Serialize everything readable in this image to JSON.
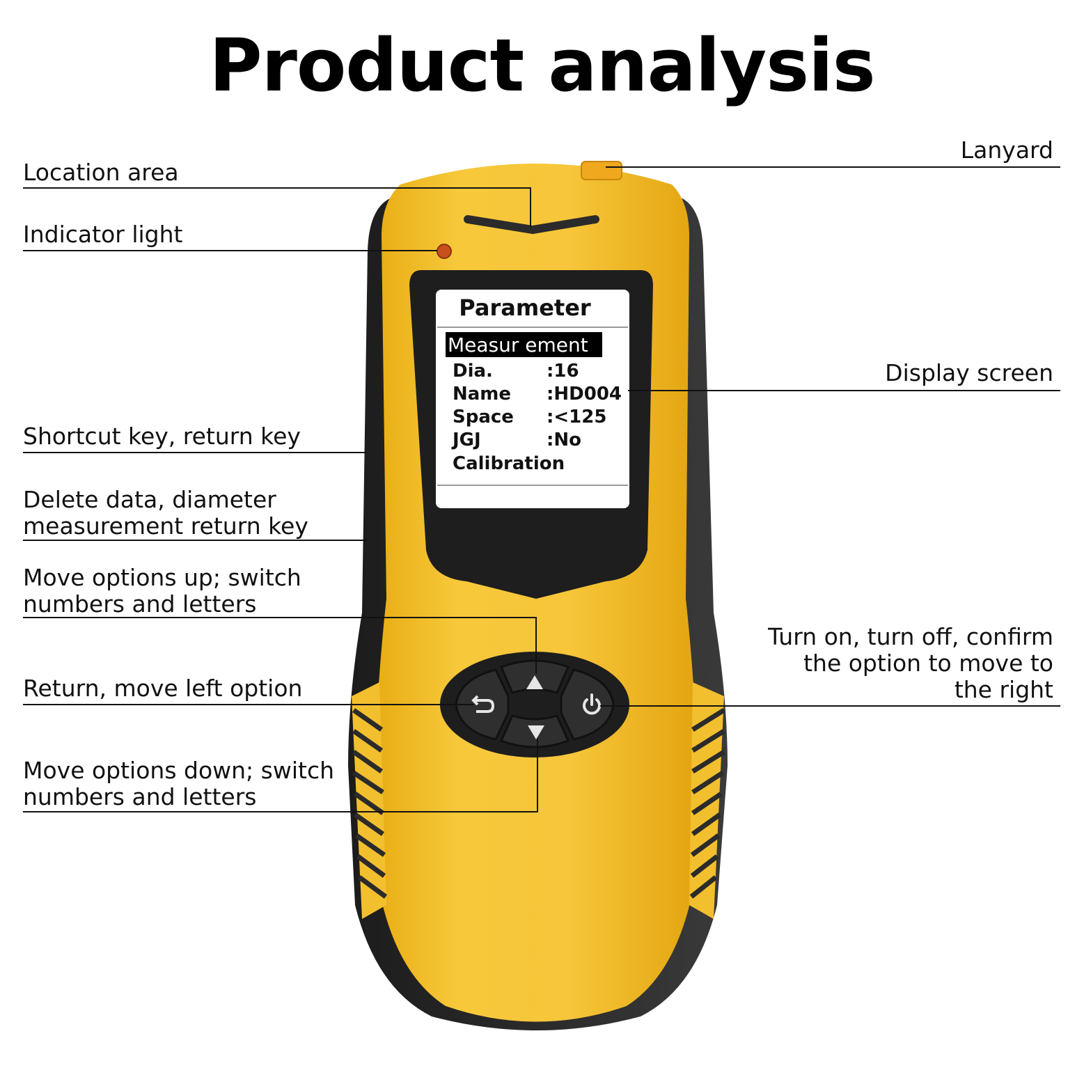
{
  "title": "Product analysis",
  "labels": {
    "location_area": "Location area",
    "indicator_light": "Indicator light",
    "shortcut_key": "Shortcut key, return key",
    "delete_data": [
      "Delete data, diameter",
      "measurement return key"
    ],
    "move_up": [
      "Move options up; switch",
      "numbers and letters"
    ],
    "return_left": "Return, move left option",
    "move_down": [
      "Move options down; switch",
      "numbers and letters"
    ],
    "lanyard": "Lanyard",
    "display_screen": "Display screen",
    "power": [
      "Turn on, turn off, confirm",
      "the option to move to",
      "the right"
    ]
  },
  "screen": {
    "header": "Parameter",
    "selected_item": "Measur ement",
    "rows": [
      {
        "key": "Dia.",
        "value": ":16"
      },
      {
        "key": "Name",
        "value": ":HD004"
      },
      {
        "key": "Space",
        "value": ":<125"
      },
      {
        "key": "JGJ",
        "value": ":No"
      },
      {
        "key": "Calibration",
        "value": ""
      }
    ]
  },
  "colors": {
    "body_yellow": "#f5c431",
    "body_dark": "#2b2b2b",
    "indicator": "#c8501c"
  },
  "icons": {
    "up_button": "triangle-up-icon",
    "down_button": "triangle-down-icon",
    "left_button": "return-arrow-icon",
    "right_button": "power-icon"
  }
}
